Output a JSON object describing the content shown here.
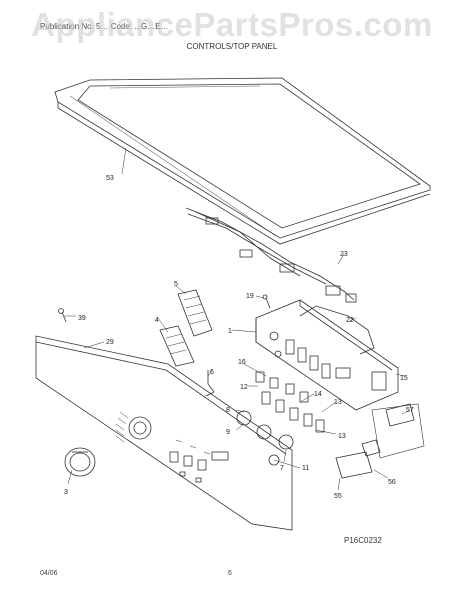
{
  "watermark": "AppliancePartsPros.com",
  "header": {
    "text": "Publication No. 5… Code: ...G…E…",
    "section_title": "CONTROLS/TOP PANEL"
  },
  "callouts": [
    {
      "id": "c53",
      "label": "53"
    },
    {
      "id": "c23",
      "label": "23"
    },
    {
      "id": "c5",
      "label": "5"
    },
    {
      "id": "c19",
      "label": "19"
    },
    {
      "id": "c22",
      "label": "22"
    },
    {
      "id": "c39",
      "label": "39"
    },
    {
      "id": "c4",
      "label": "4"
    },
    {
      "id": "c1",
      "label": "1"
    },
    {
      "id": "c29",
      "label": "29"
    },
    {
      "id": "c16",
      "label": "16"
    },
    {
      "id": "c15",
      "label": "15"
    },
    {
      "id": "c6",
      "label": "6"
    },
    {
      "id": "c12",
      "label": "12"
    },
    {
      "id": "c14",
      "label": "14"
    },
    {
      "id": "c13a",
      "label": "13"
    },
    {
      "id": "c57",
      "label": "57"
    },
    {
      "id": "c8",
      "label": "8"
    },
    {
      "id": "c9",
      "label": "9"
    },
    {
      "id": "c13b",
      "label": "13"
    },
    {
      "id": "c7",
      "label": "7"
    },
    {
      "id": "c11",
      "label": "11"
    },
    {
      "id": "c3",
      "label": "3"
    },
    {
      "id": "c56",
      "label": "56"
    },
    {
      "id": "c55",
      "label": "55"
    }
  ],
  "figure_code": "P16C0232",
  "footer": {
    "date": "04/06",
    "page": "6"
  }
}
